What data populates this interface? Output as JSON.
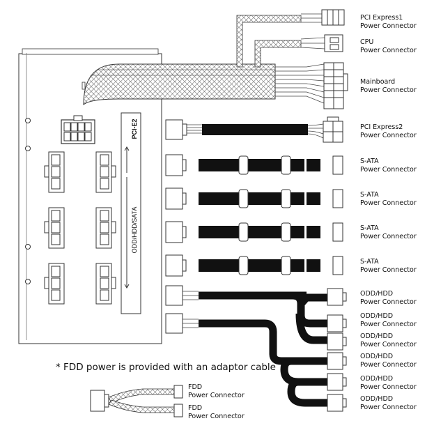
{
  "panel": {
    "top_slot_label": "PCI-E2",
    "bottom_slot_label": "ODD/HDD/SATA"
  },
  "connectors": [
    {
      "line1": "PCI Express1",
      "line2": "Power Connector"
    },
    {
      "line1": "CPU",
      "line2": "Power Connector"
    },
    {
      "line1": "Mainboard",
      "line2": "Power Connector"
    },
    {
      "line1": "PCI Express2",
      "line2": "Power Connector"
    },
    {
      "line1": "S-ATA",
      "line2": "Power Connector"
    },
    {
      "line1": "S-ATA",
      "line2": "Power Connector"
    },
    {
      "line1": "S-ATA",
      "line2": "Power Connector"
    },
    {
      "line1": "S-ATA",
      "line2": "Power Connector"
    },
    {
      "line1": "ODD/HDD",
      "line2": "Power Connector"
    },
    {
      "line1": "ODD/HDD",
      "line2": "Power Connector"
    },
    {
      "line1": "ODD/HDD",
      "line2": "Power Connector"
    },
    {
      "line1": "ODD/HDD",
      "line2": "Power Connector"
    },
    {
      "line1": "ODD/HDD",
      "line2": "Power Connector"
    },
    {
      "line1": "ODD/HDD",
      "line2": "Power Connector"
    }
  ],
  "fdd_note": "* FDD power is provided with an adaptor cable",
  "fdd_connectors": [
    {
      "line1": "FDD",
      "line2": "Power Connector"
    },
    {
      "line1": "FDD",
      "line2": "Power Connector"
    }
  ]
}
